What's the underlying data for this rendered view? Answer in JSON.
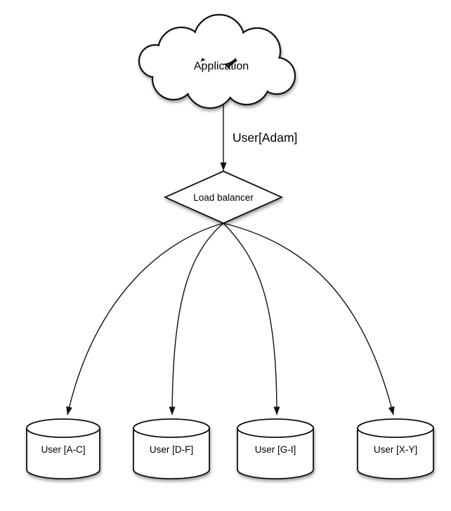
{
  "diagram": {
    "type": "flow-diagram",
    "cloud": {
      "label": "Application"
    },
    "edge_app_to_lb": {
      "label": "User[Adam]"
    },
    "load_balancer": {
      "label": "Load balancer"
    },
    "databases": [
      {
        "label": "User [A-C]"
      },
      {
        "label": "User [D-F]"
      },
      {
        "label": "User [G-I]"
      },
      {
        "label": "User [X-Y]"
      }
    ],
    "colors": {
      "stroke": "#111111",
      "fill": "#ffffff",
      "text": "#000000",
      "background": "#ffffff",
      "shadow": "rgba(0,0,0,0.38)"
    }
  }
}
